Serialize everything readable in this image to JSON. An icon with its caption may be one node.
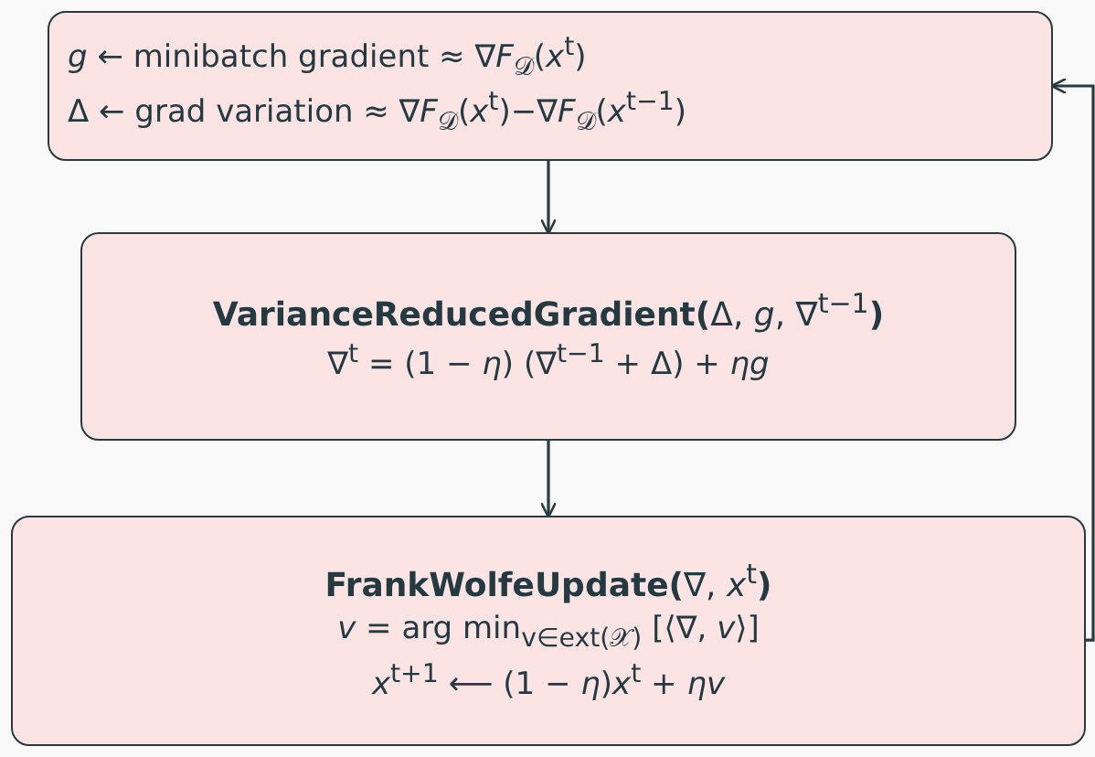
{
  "diagram": {
    "nodes": [
      {
        "text": [
          "*g* ← minibatch gradient ≈ ∇*F*$_{𝒟}$(*x*$^{t}$)",
          "Δ ← grad variation ≈ ∇*F*$_{𝒟}$(*x*$^{t}$)−∇*F*$_{𝒟}$(*x*$^{t−1}$)"
        ]
      },
      {
        "text": [
          "**VarianceReducedGradient(**Δ, *g*, ∇$^{t−1}$**)**",
          "∇$^{t}$ = (1 − *η*) (∇$^{t−1}$ + Δ) + *ηg*"
        ]
      },
      {
        "text": [
          "**FrankWolfeUpdate(**∇, *x*$^{t}$**)**",
          "*v* = arg min$_{v∈ext(𝒳)}$ [⟨∇, *v*⟩]",
          "*x*$^{t+1}$ ⟵ (1 − *η*)*x*$^{t}$ + *ηv*"
        ]
      }
    ],
    "edges": [
      {
        "from": 0,
        "to": 1,
        "arrow": "to"
      },
      {
        "from": 1,
        "to": 2,
        "arrow": "to"
      },
      {
        "from": 2,
        "to": 0,
        "arrow": "to"
      }
    ]
  }
}
